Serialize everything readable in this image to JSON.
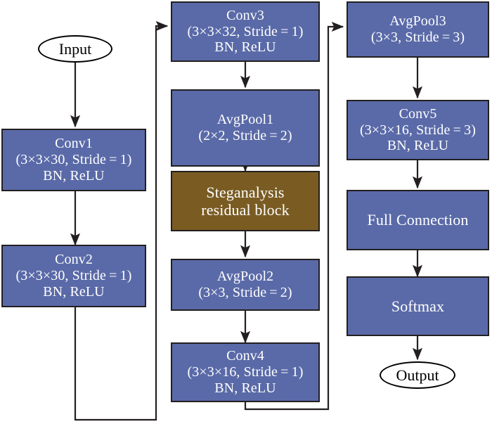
{
  "diagram": {
    "title": "Steganalysis CNN architecture flowchart",
    "colors": {
      "block_blue": "#5a6aa8",
      "block_brown": "#7a5c23",
      "outline": "#231f20",
      "text_on_block": "#ffffff",
      "background": "#ffffff"
    },
    "terminals": {
      "input": "Input",
      "output": "Output"
    },
    "nodes": {
      "conv1": {
        "l1": "Conv1",
        "l2": "(3×3×30, Stride = 1)",
        "l3": "BN, ReLU"
      },
      "conv2": {
        "l1": "Conv2",
        "l2": "(3×3×30, Stride = 1)",
        "l3": "BN, ReLU"
      },
      "conv3": {
        "l1": "Conv3",
        "l2": "(3×3×32, Stride = 1)",
        "l3": "BN, ReLU"
      },
      "avgpool1": {
        "l1": "AvgPool1",
        "l2": "(2×2, Stride = 2)"
      },
      "residual": {
        "l1": "Steganalysis",
        "l2": "residual block"
      },
      "avgpool2": {
        "l1": "AvgPool2",
        "l2": "(3×3, Stride = 2)"
      },
      "conv4": {
        "l1": "Conv4",
        "l2": "(3×3×16, Stride = 1)",
        "l3": "BN, ReLU"
      },
      "avgpool3": {
        "l1": "AvgPool3",
        "l2": "(3×3, Stride = 3)"
      },
      "conv5": {
        "l1": "Conv5",
        "l2": "(3×3×16, Stride = 3)",
        "l3": "BN, ReLU"
      },
      "fullconnection": {
        "l1": "Full Connection"
      },
      "softmax": {
        "l1": "Softmax"
      }
    }
  }
}
